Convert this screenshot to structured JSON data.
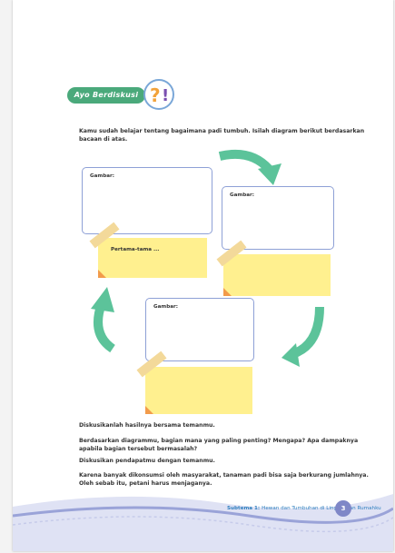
{
  "header": {
    "badge_label": "Ayo Berdiskusi",
    "icon": "question-exclamation-icon"
  },
  "intro": "Kamu sudah belajar tentang bagaimana padi tumbuh.  Isilah diagram berikut berdasarkan bacaan di atas.",
  "diagram": {
    "frames": [
      {
        "label": "Gambar:"
      },
      {
        "label": "Gambar:"
      },
      {
        "label": "Gambar:"
      }
    ],
    "first_note_text": "Pertama-tama ..."
  },
  "paragraphs": {
    "p1": "Diskusikanlah hasilnya bersama temanmu.",
    "p2": "Berdasarkan diagrammu, bagian mana yang paling penting? Mengapa? Apa dampaknya apabila bagian tersebut bermasalah?",
    "p3": "Diskusikan pendapatmu dengan temanmu.",
    "p4": "Karena banyak dikonsumsi oleh masyarakat, tanaman padi  bisa saja berkurang jumlahnya. Oleh sebab itu, petani harus menjaganya."
  },
  "footer": {
    "subtheme_prefix": "Subtema 1:",
    "subtheme_title": "Hewan dan Tumbuhan di Lingkungan Rumahku",
    "page_number": "3"
  },
  "colors": {
    "arrow": "#5cc39a",
    "frame_border": "#8ea0d6",
    "note": "#fff08f",
    "footer_wave": "#9aa3d8"
  }
}
